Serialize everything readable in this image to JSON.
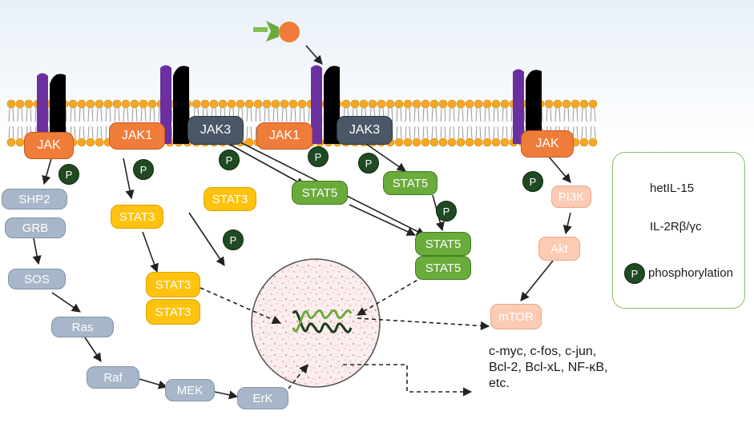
{
  "nodes": {
    "jak_left": "JAK",
    "jak1_a": "JAK1",
    "jak3_a": "JAK3",
    "jak1_b": "JAK1",
    "jak3_b": "JAK3",
    "jak_right": "JAK",
    "shp2": "SHP2",
    "grb": "GRB",
    "sos": "SOS",
    "ras": "Ras",
    "raf": "Raf",
    "mek": "MEK",
    "erk": "ErK",
    "stat3_a": "STAT3",
    "stat3_b": "STAT3",
    "stat3_dimer_top": "STAT3",
    "stat3_dimer_bottom": "STAT3",
    "stat5_a": "STAT5",
    "stat5_b": "STAT5",
    "stat5_dimer_top": "STAT5",
    "stat5_dimer_bottom": "STAT5",
    "pi3k": "PI3K",
    "akt": "Akt",
    "mtor": "mTOR"
  },
  "phospho_label": "P",
  "target_genes": [
    "c-myc, c-fos, c-jun,",
    "Bcl-2, Bcl-xL, NF-κB,",
    "etc."
  ],
  "legend": {
    "ligand": "hetIL-15",
    "receptor": "IL-2Rβ/γc",
    "phospho": "phosphorylation"
  },
  "colors": {
    "jak": "#f07c3a",
    "jak3": "#4a5766",
    "stat3": "#ffc20e",
    "stat5": "#6aab3c",
    "ras_pathway": "#a7b6c8",
    "pi3k_pathway": "#fbcbb3",
    "receptor_beta": "#6b2fa0",
    "receptor_gamma": "#000000",
    "phospho": "#1f4a22",
    "membrane_head": "#f5a623",
    "legend_border": "#8bbd6a"
  },
  "icons": [
    "ligand-icon",
    "receptor-icon",
    "phospho-icon",
    "membrane-icon",
    "nucleus-icon",
    "dna-icon"
  ]
}
